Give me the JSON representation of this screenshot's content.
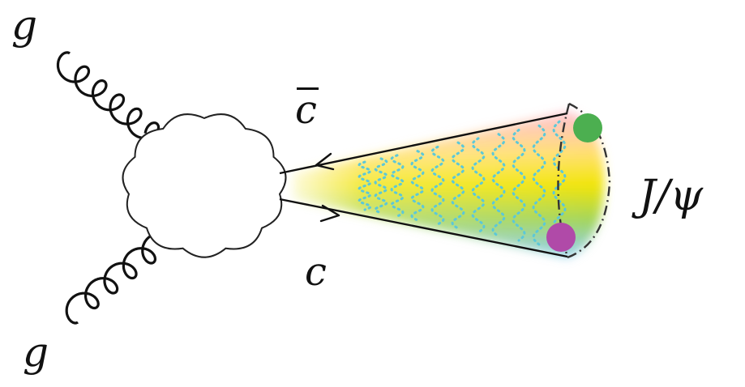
{
  "labels": {
    "gluon_top": "g",
    "gluon_bottom": "g",
    "anticharm": "c",
    "charm": "c",
    "meson": "J/ψ"
  },
  "colors": {
    "ink": "#111111",
    "glow_stops": [
      "#ffb3c8",
      "#ffe066",
      "#f2e400",
      "#9fd45a",
      "#7ec8f0"
    ],
    "dots": "#5cc8d8",
    "quark_top": "#4caf50",
    "quark_bottom": "#b04aa8"
  }
}
